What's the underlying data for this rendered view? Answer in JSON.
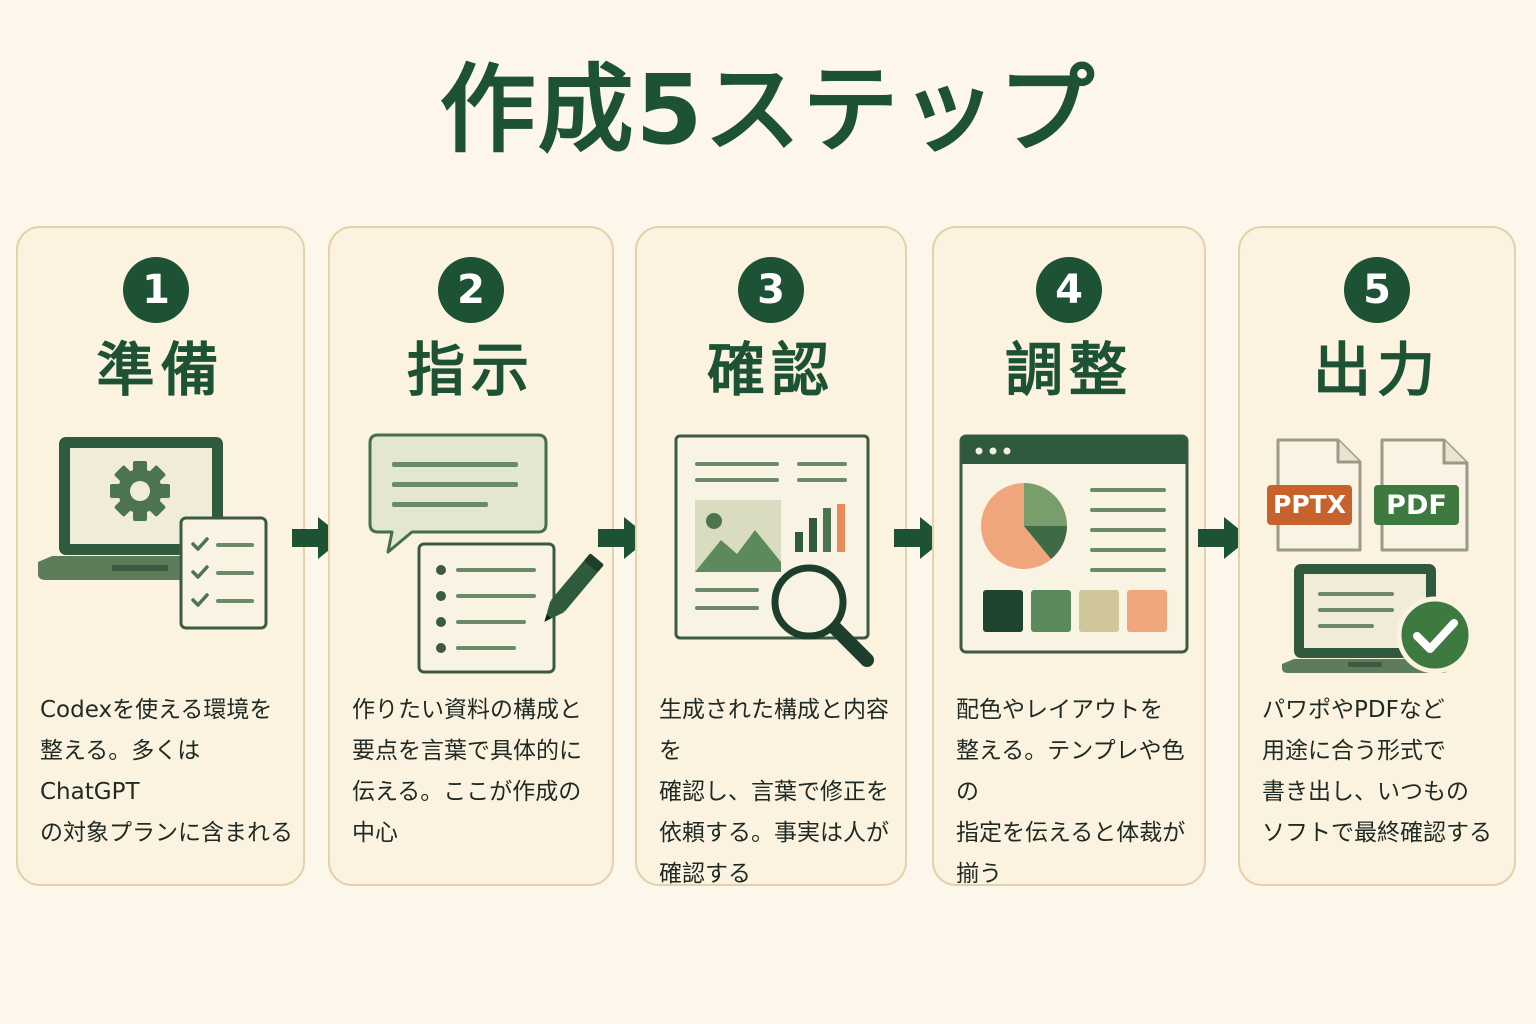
{
  "title": "作成5ステップ",
  "steps": [
    {
      "number": "1",
      "title": "準備",
      "description": "Codexを使える環境を\n整える。多くはChatGPT\nの対象プランに含まれる"
    },
    {
      "number": "2",
      "title": "指示",
      "description": "作りたい資料の構成と\n要点を言葉で具体的に\n伝える。ここが作成の中心"
    },
    {
      "number": "3",
      "title": "確認",
      "description": "生成された構成と内容を\n確認し、言葉で修正を\n依頼する。事実は人が\n確認する"
    },
    {
      "number": "4",
      "title": "調整",
      "description": "配色やレイアウトを\n整える。テンプレや色の\n指定を伝えると体裁が\n揃う"
    },
    {
      "number": "5",
      "title": "出力",
      "description": "パワポやPDFなど\n用途に合う形式で\n書き出し、いつもの\nソフトで最終確認する"
    }
  ],
  "file_labels": {
    "pptx": "PPTX",
    "pdf": "PDF"
  },
  "colors": {
    "dark_green": "#1d5234",
    "mid_green": "#4f7f55",
    "light_green": "#7a9e6b",
    "salmon": "#f0a57c",
    "sand": "#cfc79a",
    "orange": "#c8622d",
    "card_bg": "#fbf3df",
    "card_border": "#e3d3ab",
    "page_bg": "#fcf7ea"
  },
  "icons": [
    "gear-icon",
    "checklist-icon",
    "laptop-icon",
    "speech-bubble-icon",
    "pencil-icon",
    "document-icon",
    "magnifier-icon",
    "pie-chart-icon",
    "browser-window-icon",
    "pptx-file-icon",
    "pdf-file-icon",
    "checkmark-icon",
    "arrow-right-icon"
  ]
}
